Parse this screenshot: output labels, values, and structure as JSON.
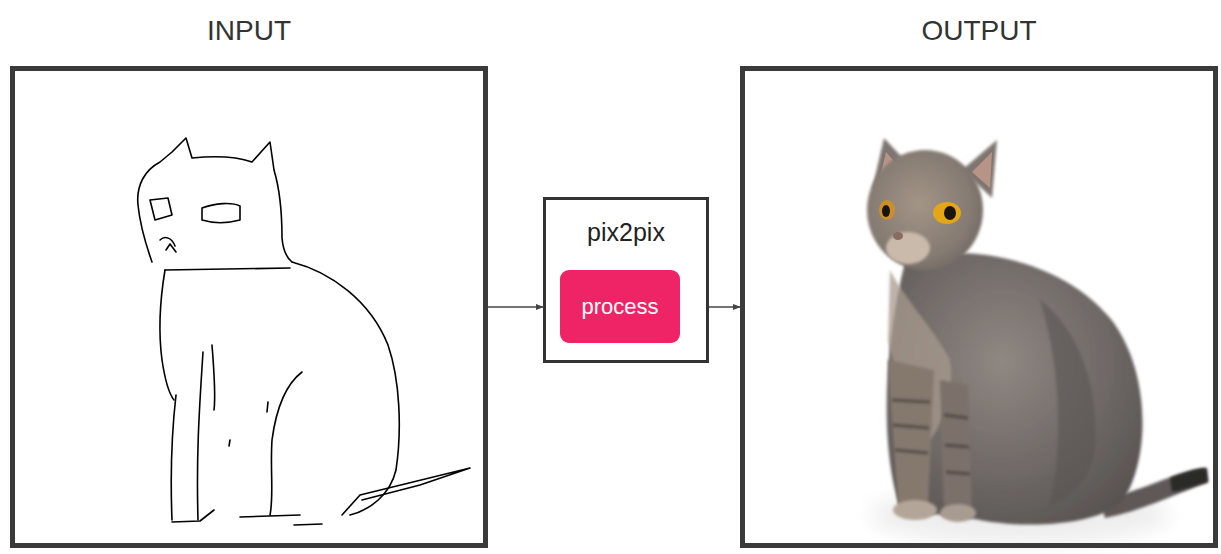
{
  "diagram": {
    "nodes": [
      {
        "text": [
          "INPUT"
        ]
      },
      {
        "text": [
          "pix2pix"
        ]
      },
      {
        "text": [
          "process"
        ],
        "in": 1
      },
      {
        "text": [
          "OUTPUT"
        ]
      }
    ],
    "edges": [
      {
        "from": 0,
        "to": 1,
        "arrow": "to"
      },
      {
        "from": 1,
        "to": 3,
        "arrow": "to"
      }
    ]
  }
}
